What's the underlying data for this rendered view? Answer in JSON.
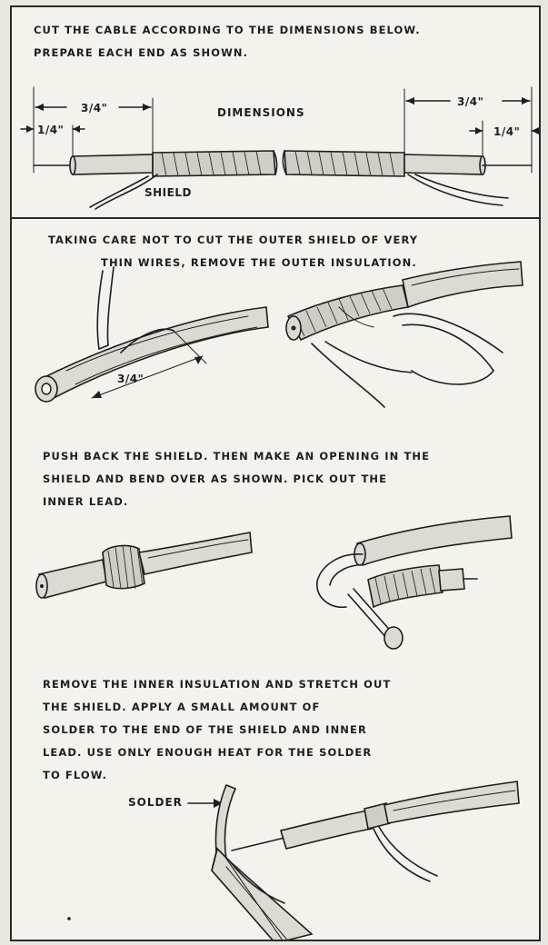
{
  "step1": {
    "line1": "CUT THE CABLE ACCORDING TO THE DIMENSIONS BELOW.",
    "line2": "PREPARE EACH END AS SHOWN."
  },
  "dimensions": {
    "title": "DIMENSIONS",
    "left_outer": "3/4\"",
    "left_inner": "1/4\"",
    "right_outer": "3/4\"",
    "right_inner": "1/4\"",
    "shield_label": "SHIELD"
  },
  "step2": {
    "line1": "TAKING CARE NOT TO CUT THE OUTER SHIELD OF VERY",
    "line2": "THIN WIRES, REMOVE THE OUTER INSULATION.",
    "dim_label": "3/4\""
  },
  "step3": {
    "line1": "PUSH BACK THE SHIELD. THEN MAKE AN OPENING IN THE",
    "line2": "SHIELD AND BEND OVER AS SHOWN. PICK OUT THE",
    "line3": "INNER LEAD."
  },
  "step4": {
    "line1": "REMOVE THE INNER INSULATION AND STRETCH OUT",
    "line2": "THE SHIELD. APPLY A SMALL AMOUNT OF",
    "line3": "SOLDER TO THE END OF THE SHIELD AND INNER",
    "line4": "LEAD. USE ONLY ENOUGH HEAT FOR THE SOLDER",
    "line5": "TO FLOW.",
    "solder_label": "SOLDER"
  }
}
